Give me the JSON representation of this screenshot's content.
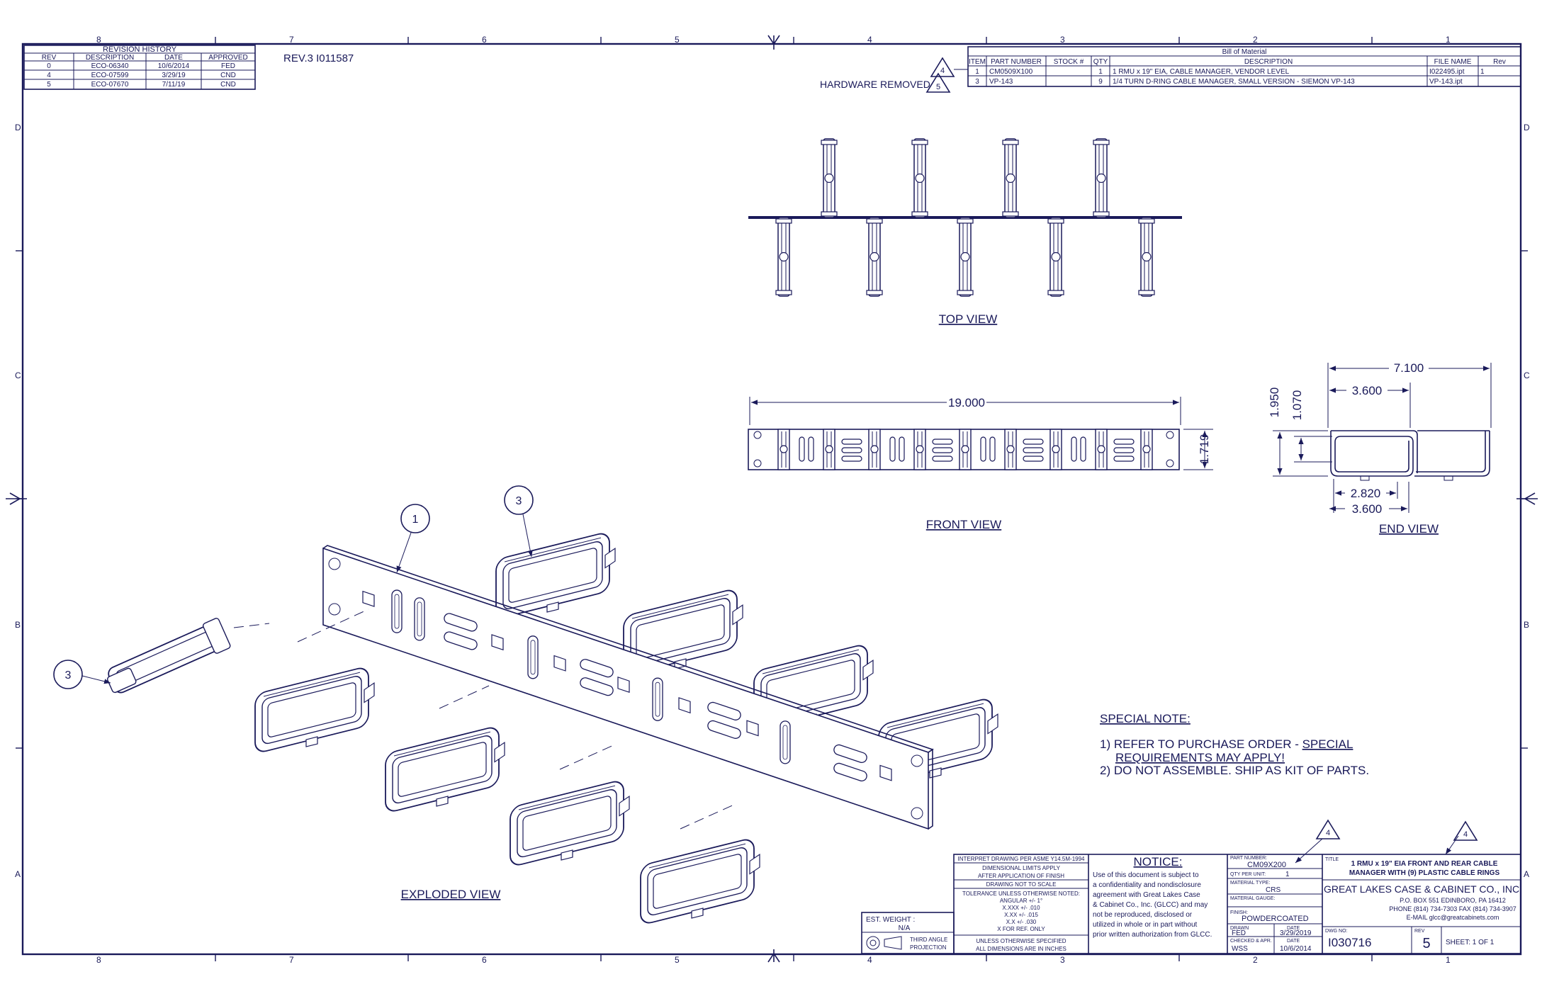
{
  "zones": {
    "top": [
      "8",
      "7",
      "6",
      "5",
      "4",
      "3",
      "2",
      "1"
    ],
    "bottom": [
      "8",
      "7",
      "6",
      "5",
      "4",
      "3",
      "2",
      "1"
    ],
    "left": [
      "D",
      "C",
      "B",
      "A"
    ],
    "right": [
      "D",
      "C",
      "B",
      "A"
    ]
  },
  "revision_history": {
    "title": "REVISION HISTORY",
    "headers": [
      "REV",
      "DESCRIPTION",
      "DATE",
      "APPROVED"
    ],
    "rows": [
      [
        "0",
        "ECO-06340",
        "10/6/2014",
        "FED"
      ],
      [
        "4",
        "ECO-07599",
        "3/29/19",
        "CND"
      ],
      [
        "5",
        "ECO-07670",
        "7/11/19",
        "CND"
      ]
    ]
  },
  "rev_note": "REV.3  I011587",
  "hardware_note": "HARDWARE REMOVED",
  "bom": {
    "title": "Bill of Material",
    "headers": [
      "ITEM",
      "PART NUMBER",
      "STOCK #",
      "QTY",
      "DESCRIPTION",
      "FILE NAME",
      "Rev"
    ],
    "rows": [
      [
        "1",
        "CM0509X100",
        "",
        "1",
        "1 RMU x 19\" EIA, CABLE MANAGER, VENDOR LEVEL",
        "I022495.ipt",
        "1"
      ],
      [
        "3",
        "VP-143",
        "",
        "9",
        "1/4 TURN D-RING CABLE MANAGER, SMALL VERSION - SIEMON VP-143",
        "VP-143.ipt",
        ""
      ]
    ]
  },
  "callouts": {
    "rev4": "4",
    "rev5": "5",
    "item1": "1",
    "item3": "3"
  },
  "views": {
    "top": "TOP VIEW",
    "front": "FRONT VIEW",
    "end": "END VIEW",
    "exploded": "EXPLODED VIEW"
  },
  "dimensions": {
    "front_width": "19.000",
    "front_height": "1.719",
    "end_width": "7.100",
    "end_inner_top": "3.600",
    "end_height": "1.950",
    "end_inner_height": "1.070",
    "end_gap": "2.820",
    "end_inner_bottom": "3.600"
  },
  "special_note": {
    "title": "SPECIAL NOTE:",
    "line1_prefix": "1)  REFER TO PURCHASE ORDER - ",
    "line1_special": "SPECIAL",
    "line2": "REQUIREMENTS MAY APPLY!",
    "line3": "2)  DO NOT ASSEMBLE.  SHIP AS KIT OF PARTS."
  },
  "title_block": {
    "interpret": "INTERPRET DRAWING PER ASME Y14.5M-1994",
    "dims_apply": "DIMENSIONAL LIMITS APPLY",
    "after_finish": "AFTER APPLICATION OF FINISH",
    "not_scale": "DRAWING NOT TO SCALE",
    "tol_header": "TOLERANCE UNLESS OTHERWISE NOTED:",
    "tol_ang": "ANGULAR +/- 1°",
    "tol_xxxx": "X.XXX +/- .010",
    "tol_xxx": "X.XX +/- .015",
    "tol_xx": "X.X +/- .030",
    "tol_ref": "X FOR REF. ONLY",
    "units1": "UNLESS OTHERWISE SPECIFIED",
    "units2": "ALL DIMENSIONS ARE IN INCHES",
    "weight_label": "EST. WEIGHT :",
    "weight_value": "N/A",
    "projection1": "THIRD ANGLE",
    "projection2": "PROJECTION",
    "notice_title": "NOTICE:",
    "notice_lines": [
      "Use of this document is subject to",
      "a confidentiality and nondisclosure",
      "agreement with Great Lakes Case",
      "& Cabinet Co., Inc. (GLCC) and may",
      "not be reproduced, disclosed or",
      "utilized in whole or in part without",
      "prior written authorization from GLCC."
    ],
    "part_number_label": "PART NUMBER:",
    "part_number": "CM09X200",
    "qty_label": "QTY PER UNIT:",
    "qty": "1",
    "material_label": "MATERIAL TYPE:",
    "material": "CRS",
    "gauge_label": "MATERIAL GAUGE:",
    "finish_label": "FINISH:",
    "finish": "POWDERCOATED",
    "drawn_label": "DRAWN",
    "drawn_date_label": "DATE",
    "drawn_by": "FED",
    "drawn_date": "3/29/2019",
    "checked_label": "CHECKED & APR.",
    "checked_date_label": "DATE",
    "checked_by": "WSS",
    "checked_date": "10/6/2014",
    "title_label": "TITLE",
    "title_line1": "1 RMU x 19\" EIA FRONT AND REAR CABLE",
    "title_line2": "MANAGER WITH (9) PLASTIC CABLE RINGS",
    "company": "GREAT LAKES CASE & CABINET CO., INC.",
    "address": "P.O. BOX 551 EDINBORO, PA 16412",
    "phone": "PHONE (814) 734-7303 FAX (814) 734-3907",
    "email": "E-MAIL glcc@greatcabinets.com",
    "dwg_label": "DWG NO:",
    "dwg_no": "I030716",
    "rev_label": "REV",
    "rev": "5",
    "sheet": "SHEET: 1  OF  1"
  }
}
